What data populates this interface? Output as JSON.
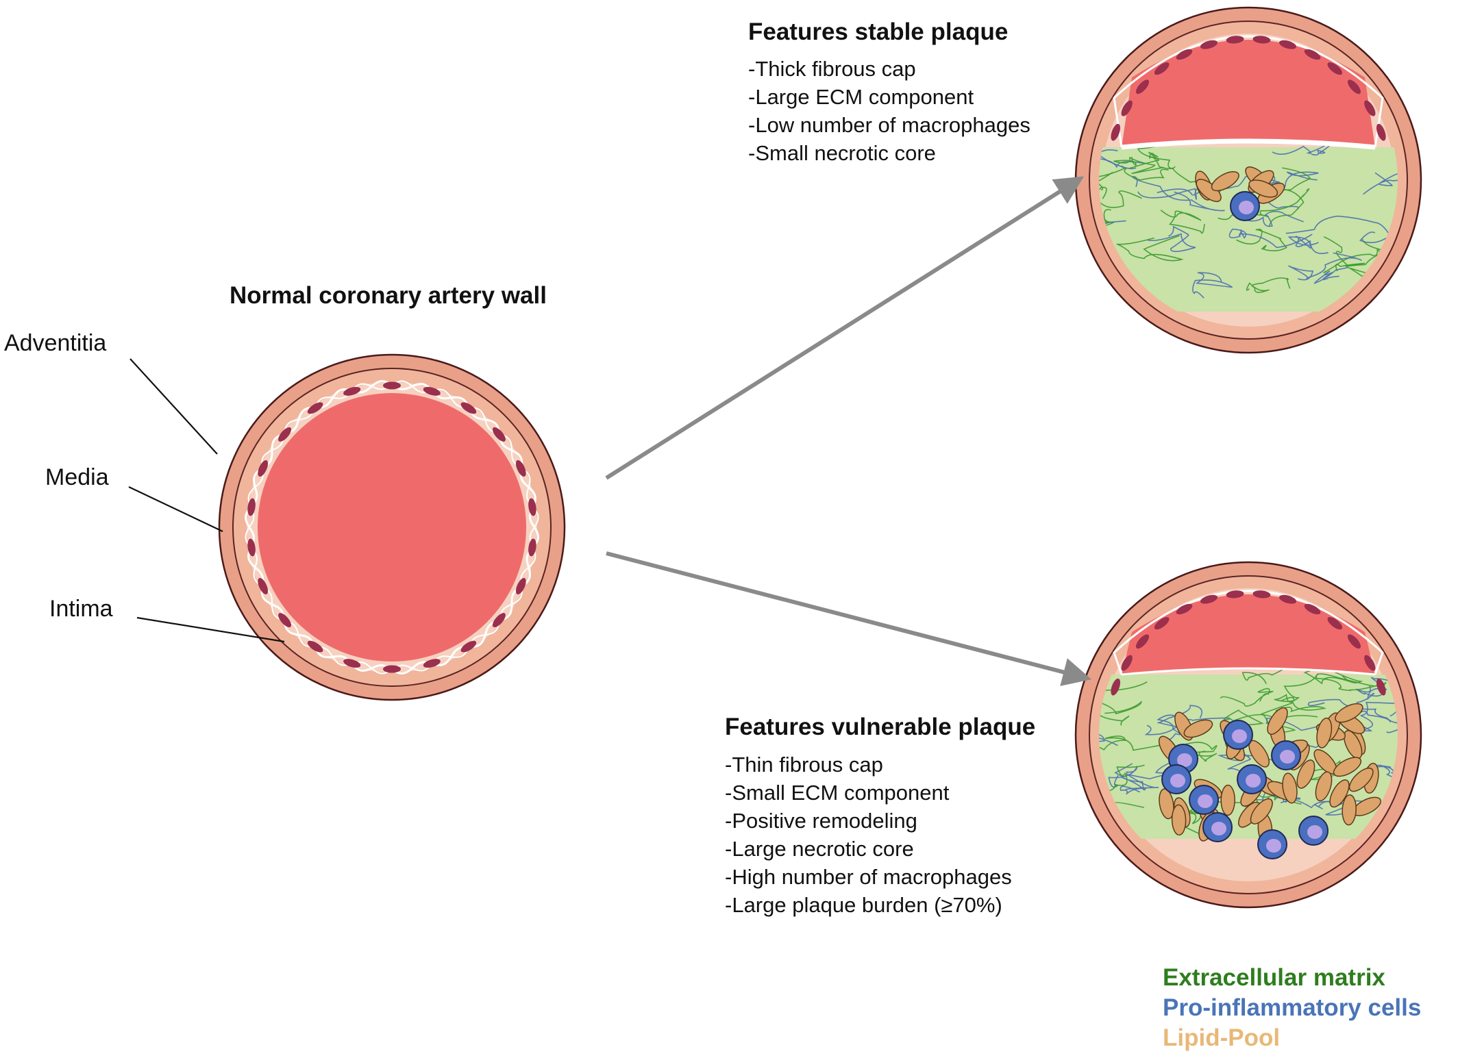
{
  "normal": {
    "title": "Normal coronary artery wall",
    "labels": [
      "Adventitia",
      "Media",
      "Intima"
    ]
  },
  "stable": {
    "title": "Features stable plaque",
    "features": [
      "-Thick fibrous cap",
      "-Large ECM component",
      "-Low number of macrophages",
      "-Small necrotic core"
    ]
  },
  "vulnerable": {
    "title": "Features vulnerable plaque",
    "features": [
      "-Thin fibrous cap",
      "-Small ECM component",
      "-Positive remodeling",
      "-Large necrotic core",
      "-High number of macrophages",
      "-Large plaque burden  (≥70%)"
    ]
  },
  "legend": [
    {
      "label": "Extracellular matrix",
      "color": "#2e7d1e"
    },
    {
      "label": "Pro-inflammatory cells",
      "color": "#4a74b8"
    },
    {
      "label": "Lipid-Pool",
      "color": "#e8b877"
    }
  ],
  "colors": {
    "adventitia": "#e9a088",
    "media": "#f0b59b",
    "lumen": "#ef6b6b",
    "cell": "#9a2f4e",
    "ecm_green": "#3a9a2c",
    "ecm_blue": "#4a6fae",
    "plaque_bg": "#c8e2a8",
    "lipid": "#dca46a",
    "macrophage": "#4a6fc0",
    "nucleus": "#b9a3e6",
    "arrow": "#8a8a8a"
  }
}
